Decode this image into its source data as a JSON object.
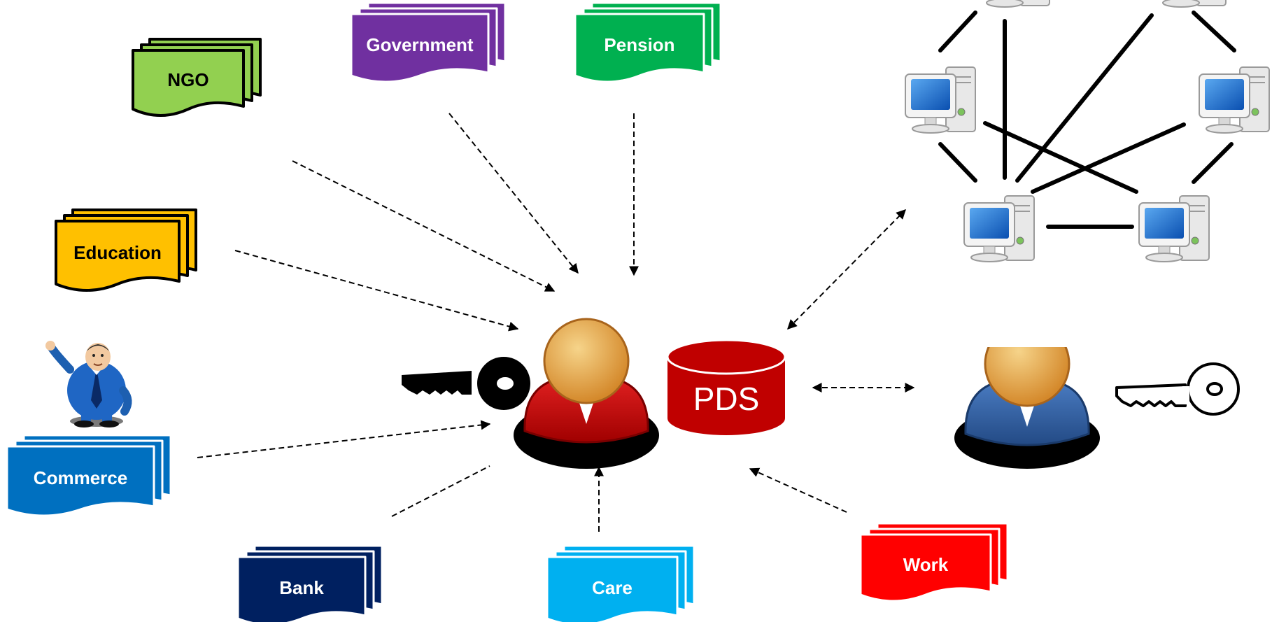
{
  "documents": [
    {
      "key": "ngo",
      "label": "NGO",
      "fill": "#92d050",
      "text_color": "#000000",
      "outlined": true
    },
    {
      "key": "government",
      "label": "Government",
      "fill": "#7030a0",
      "text_color": "#ffffff",
      "outlined": false
    },
    {
      "key": "pension",
      "label": "Pension",
      "fill": "#00b050",
      "text_color": "#ffffff",
      "outlined": false
    },
    {
      "key": "education",
      "label": "Education",
      "fill": "#ffc000",
      "text_color": "#000000",
      "outlined": true
    },
    {
      "key": "commerce",
      "label": "Commerce",
      "fill": "#0070c0",
      "text_color": "#ffffff",
      "outlined": false
    },
    {
      "key": "bank",
      "label": "Bank",
      "fill": "#002060",
      "text_color": "#ffffff",
      "outlined": false
    },
    {
      "key": "care",
      "label": "Care",
      "fill": "#00b0f0",
      "text_color": "#ffffff",
      "outlined": false
    },
    {
      "key": "work",
      "label": "Work",
      "fill": "#ff0000",
      "text_color": "#ffffff",
      "outlined": false
    }
  ],
  "pds": {
    "label": "PDS",
    "fill": "#c00000",
    "text_color": "#ffffff"
  },
  "colors": {
    "owner_shirt": "#c00000",
    "other_shirt": "#2e5d9f",
    "head": "#e8a33a",
    "private_key": "#000000",
    "public_key": "#ffffff",
    "monitor_screen": "#1f6fd0"
  },
  "icons": [
    "data-owner-person-icon",
    "private-key-icon",
    "pds-database-icon",
    "other-person-icon",
    "public-key-icon",
    "businessman-icon",
    "computer-icon"
  ]
}
